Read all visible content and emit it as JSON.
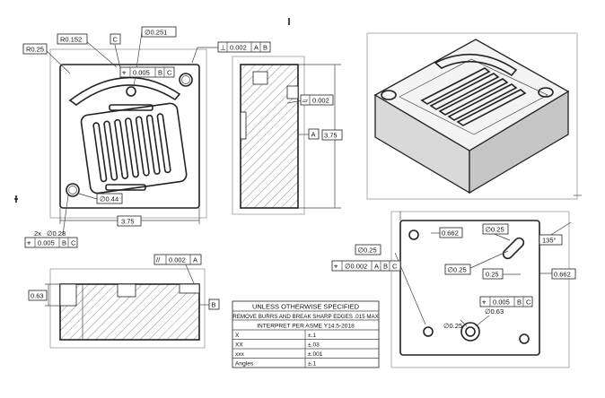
{
  "dims": {
    "r025": "R0.25",
    "r0152": "R0.152",
    "datum_c": "C",
    "dia0251": "∅0.251",
    "perp_sym": "⊥",
    "perp_tol": "0.002",
    "perp_ref_a": "A",
    "perp_ref_b": "B",
    "pos_sym": "⌖",
    "pos_tol": "0.005",
    "pos_ref_b": "B",
    "pos_ref_c": "C",
    "flat_sym": "▱",
    "flat_tol": "0.002",
    "datum_a": "A",
    "height": "3.75",
    "dia044": "∅0.44",
    "holes_count": "2x",
    "dia028": "∅0.28",
    "pos2_tol": "0.005",
    "pos2_ref_b": "B",
    "pos2_ref_c": "C",
    "width": "3.75",
    "par_sym": "//",
    "par_tol": "0.002",
    "par_ref": "A",
    "depth063": "0.63",
    "datum_b": "B",
    "d0662_top": "0.662",
    "d025_top": "∅0.25",
    "angle135": "135°",
    "d025_left": "∅0.25",
    "pos3_tol": "∅0.002",
    "pos3_ref_a": "A",
    "pos3_ref_b": "B",
    "pos3_ref_c": "C",
    "d025_mid": "∅0.25",
    "d025_small": "0.25",
    "d0662_right": "0.662",
    "pos4_tol": "0.005",
    "pos4_ref_b": "B",
    "pos4_ref_c": "C",
    "d025_bottom": "∅0.25",
    "d063_bottom": "∅0.63"
  },
  "title_block": {
    "line1": "UNLESS OTHERWISE SPECIFIED",
    "line2": "REMOVE BURRS AND BREAK SHARP EDGES .015 MAX",
    "line3": "INTERPRET PER ASME Y14.5-2018",
    "rows": [
      {
        "label": "X",
        "value": "±.1"
      },
      {
        "label": "XX",
        "value": "±.03"
      },
      {
        "label": "xxx",
        "value": "±.001"
      },
      {
        "label": "Angles",
        "value": "±.1"
      }
    ]
  }
}
